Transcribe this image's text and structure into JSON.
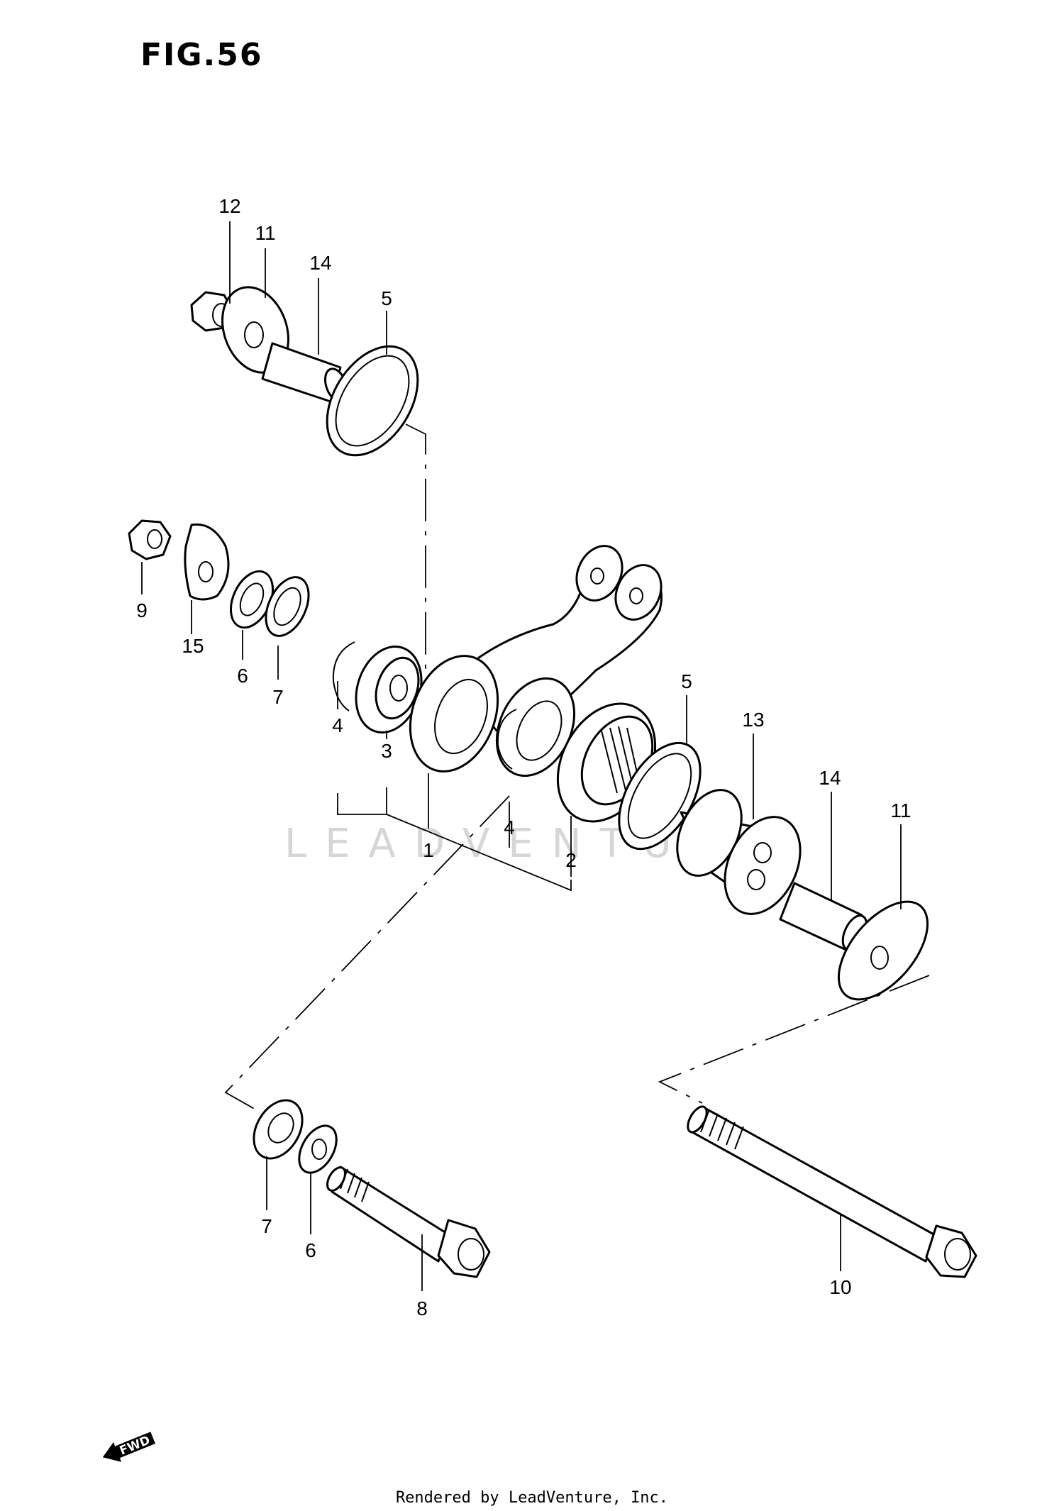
{
  "figure": {
    "title": "FIG.56"
  },
  "callouts": {
    "c12_top": "12",
    "c11_top": "11",
    "c14_top": "14",
    "c5_top": "5",
    "c9": "9",
    "c15": "15",
    "c6_left": "6",
    "c7_left": "7",
    "c4_left": "4",
    "c3": "3",
    "c1": "1",
    "c4_mid": "4",
    "c2": "2",
    "c5_right": "5",
    "c13": "13",
    "c14_right": "14",
    "c11_right": "11",
    "c7_bottom": "7",
    "c6_bottom": "6",
    "c8": "8",
    "c10": "10"
  },
  "direction_badge": {
    "label": "FWD",
    "icon": "fwd-arrow-icon"
  },
  "watermark": {
    "text": "LEADVENTURE"
  },
  "footer": {
    "credit": "Rendered by LeadVenture, Inc."
  }
}
